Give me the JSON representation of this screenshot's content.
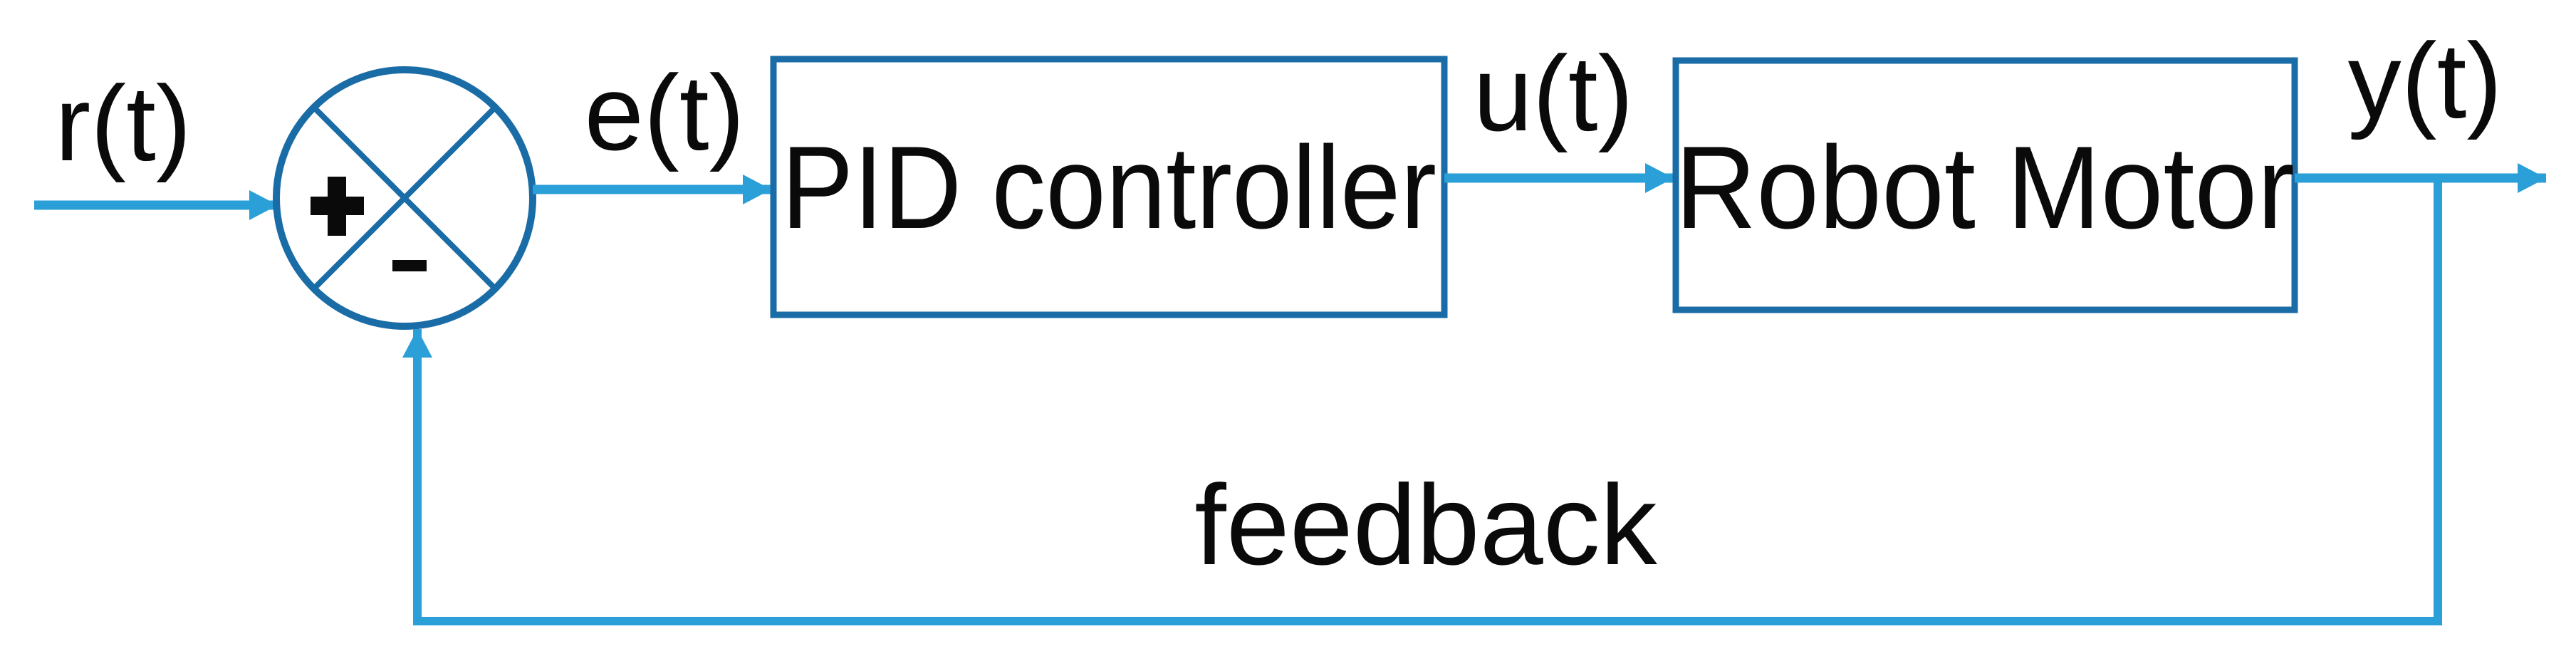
{
  "diagram": {
    "signals": {
      "reference": "r(t)",
      "error": "e(t)",
      "control": "u(t)",
      "output": "y(t)"
    },
    "blocks": {
      "controller": "PID controller",
      "plant": "Robot Motor"
    },
    "summing_junction": {
      "plus": "+",
      "minus": "-"
    },
    "feedback_label": "feedback",
    "colors": {
      "shape_stroke": "#1a6ca6",
      "arrow": "#2a9fd8",
      "text": "#0a0a0a",
      "background": "#ffffff"
    }
  }
}
